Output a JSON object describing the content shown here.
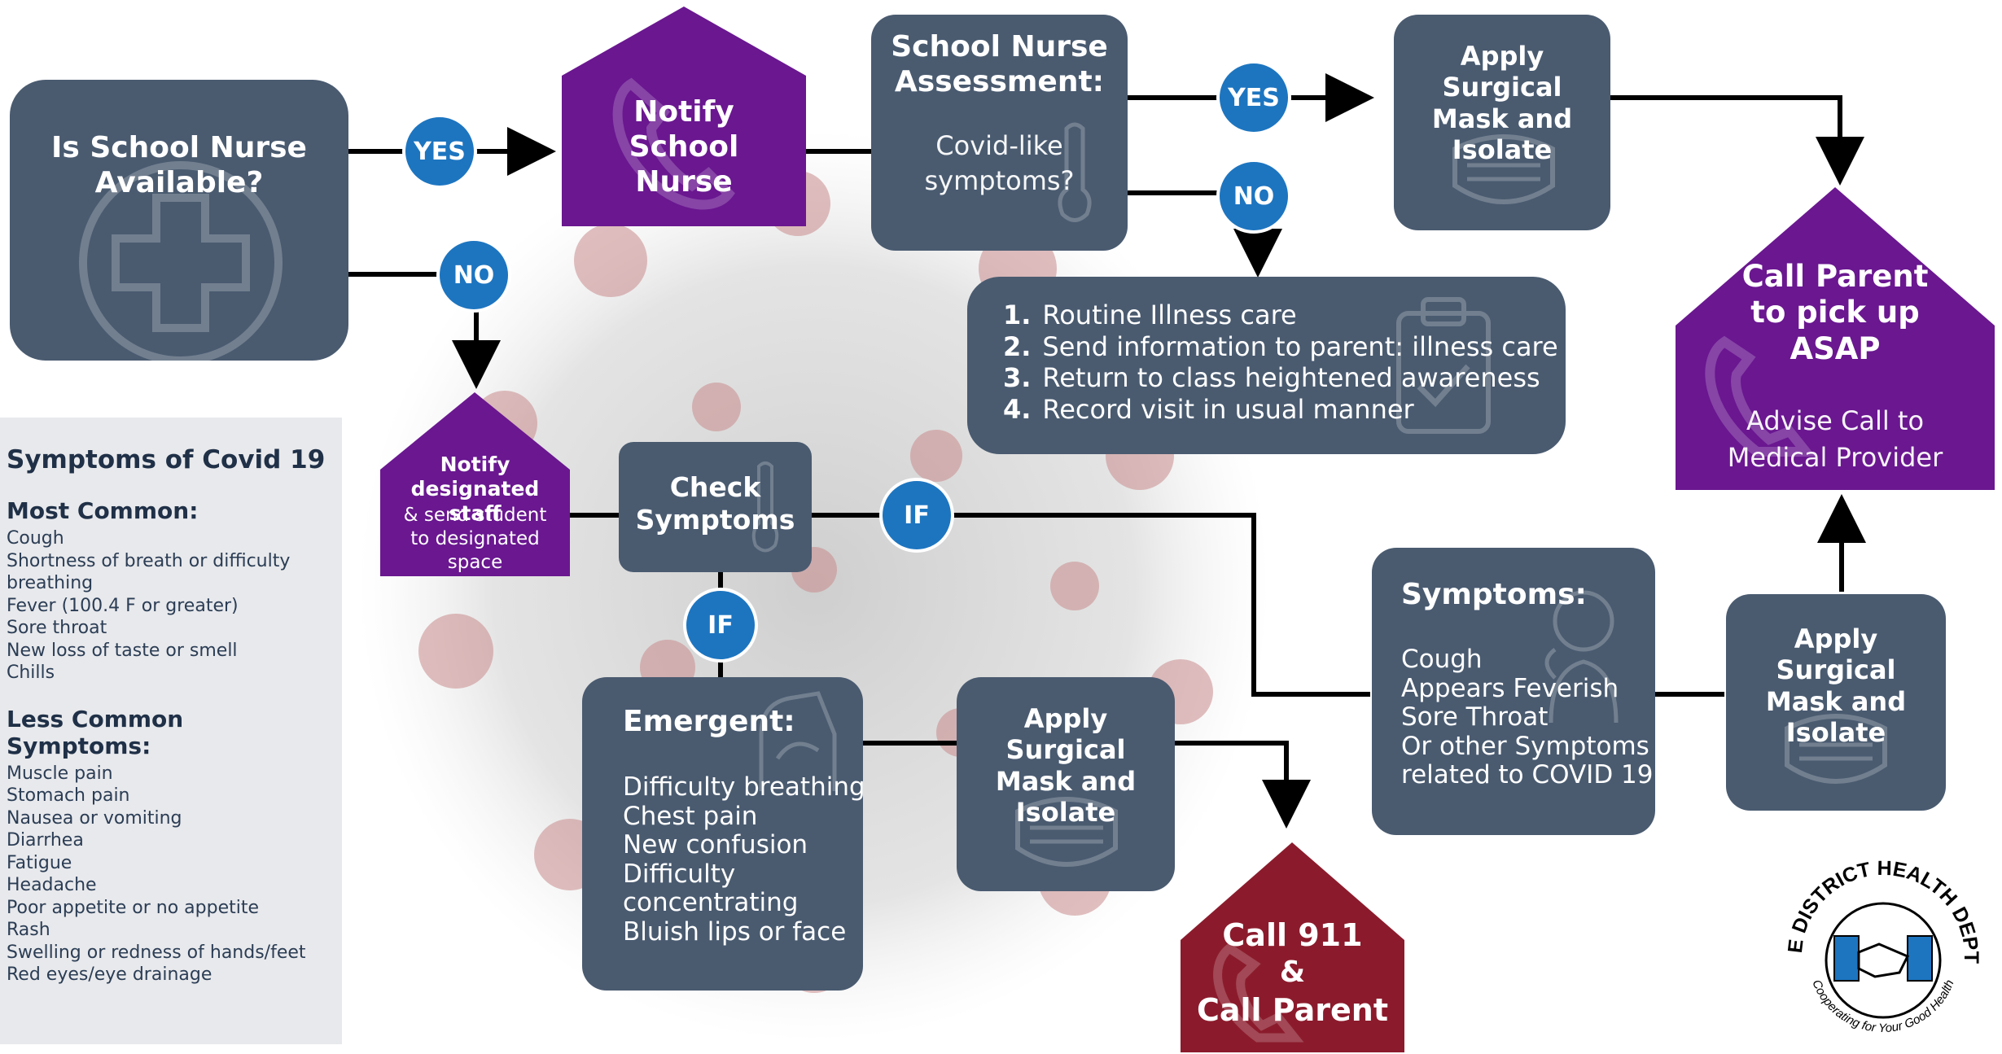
{
  "nurse_question": {
    "title": "Is School Nurse Available?"
  },
  "connectors": {
    "yes1": "YES",
    "no1": "NO",
    "yes2": "YES",
    "no2": "NO",
    "if1": "IF",
    "if2": "IF"
  },
  "notify_nurse": {
    "title": "Notify School Nurse"
  },
  "nurse_assessment": {
    "title": "School Nurse Assessment:",
    "question": "Covid-like symptoms?"
  },
  "mask_top": {
    "title": "Apply Surgical Mask and Isolate"
  },
  "routine_steps": [
    {
      "num": "1.",
      "text": "Routine Illness care"
    },
    {
      "num": "2.",
      "text": "Send information to parent: illness care"
    },
    {
      "num": "3.",
      "text": "Return to class heightened awareness"
    },
    {
      "num": "4.",
      "text": "Record visit in usual manner"
    }
  ],
  "call_parent": {
    "title": "Call Parent to pick up ASAP",
    "sub": "Advise Call to Medical Provider"
  },
  "notify_staff": {
    "title": "Notify designated staff",
    "sub": "& send student to designated space"
  },
  "check_symptoms": {
    "title": "Check Symptoms"
  },
  "symptoms_box": {
    "title": "Symptoms:",
    "items": [
      "Cough",
      "Appears Feverish",
      "Sore Throat",
      "Or other Symptoms",
      "related to COVID 19"
    ]
  },
  "mask_right": {
    "title": "Apply Surgical Mask and Isolate"
  },
  "emergent": {
    "title": "Emergent:",
    "items": [
      "Difficulty breathing",
      "Chest pain",
      "New confusion",
      "Difficulty",
      "concentrating",
      "Bluish lips or face"
    ]
  },
  "mask_mid": {
    "title": "Apply Surgical Mask and Isolate"
  },
  "call_911": {
    "line1": "Call 911",
    "line2": "&",
    "line3": "Call Parent"
  },
  "symptoms_panel": {
    "heading": "Symptoms of Covid 19",
    "most_common_heading": "Most Common:",
    "most_common": [
      "Cough",
      "Shortness of breath or difficulty",
      "breathing",
      "Fever (100.4 F or greater)",
      "Sore throat",
      "New loss of taste or smell",
      "Chills"
    ],
    "less_common_heading": "Less Common Symptoms:",
    "less_common": [
      "Muscle pain",
      "Stomach pain",
      "Nausea or vomiting",
      "Diarrhea",
      "Fatigue",
      "Headache",
      "Poor appetite or no appetite",
      "Rash",
      "Swelling or redness of hands/feet",
      "Red eyes/eye drainage"
    ]
  },
  "logo": {
    "top_text": "SE DISTRICT HEALTH DEPT.",
    "bottom_text": "Cooperating for Your Good Health"
  },
  "colors": {
    "box": "#4a5b70",
    "purple": "#6a1790",
    "red": "#8b1b2c",
    "circle": "#1d75c0",
    "line": "#000000"
  }
}
